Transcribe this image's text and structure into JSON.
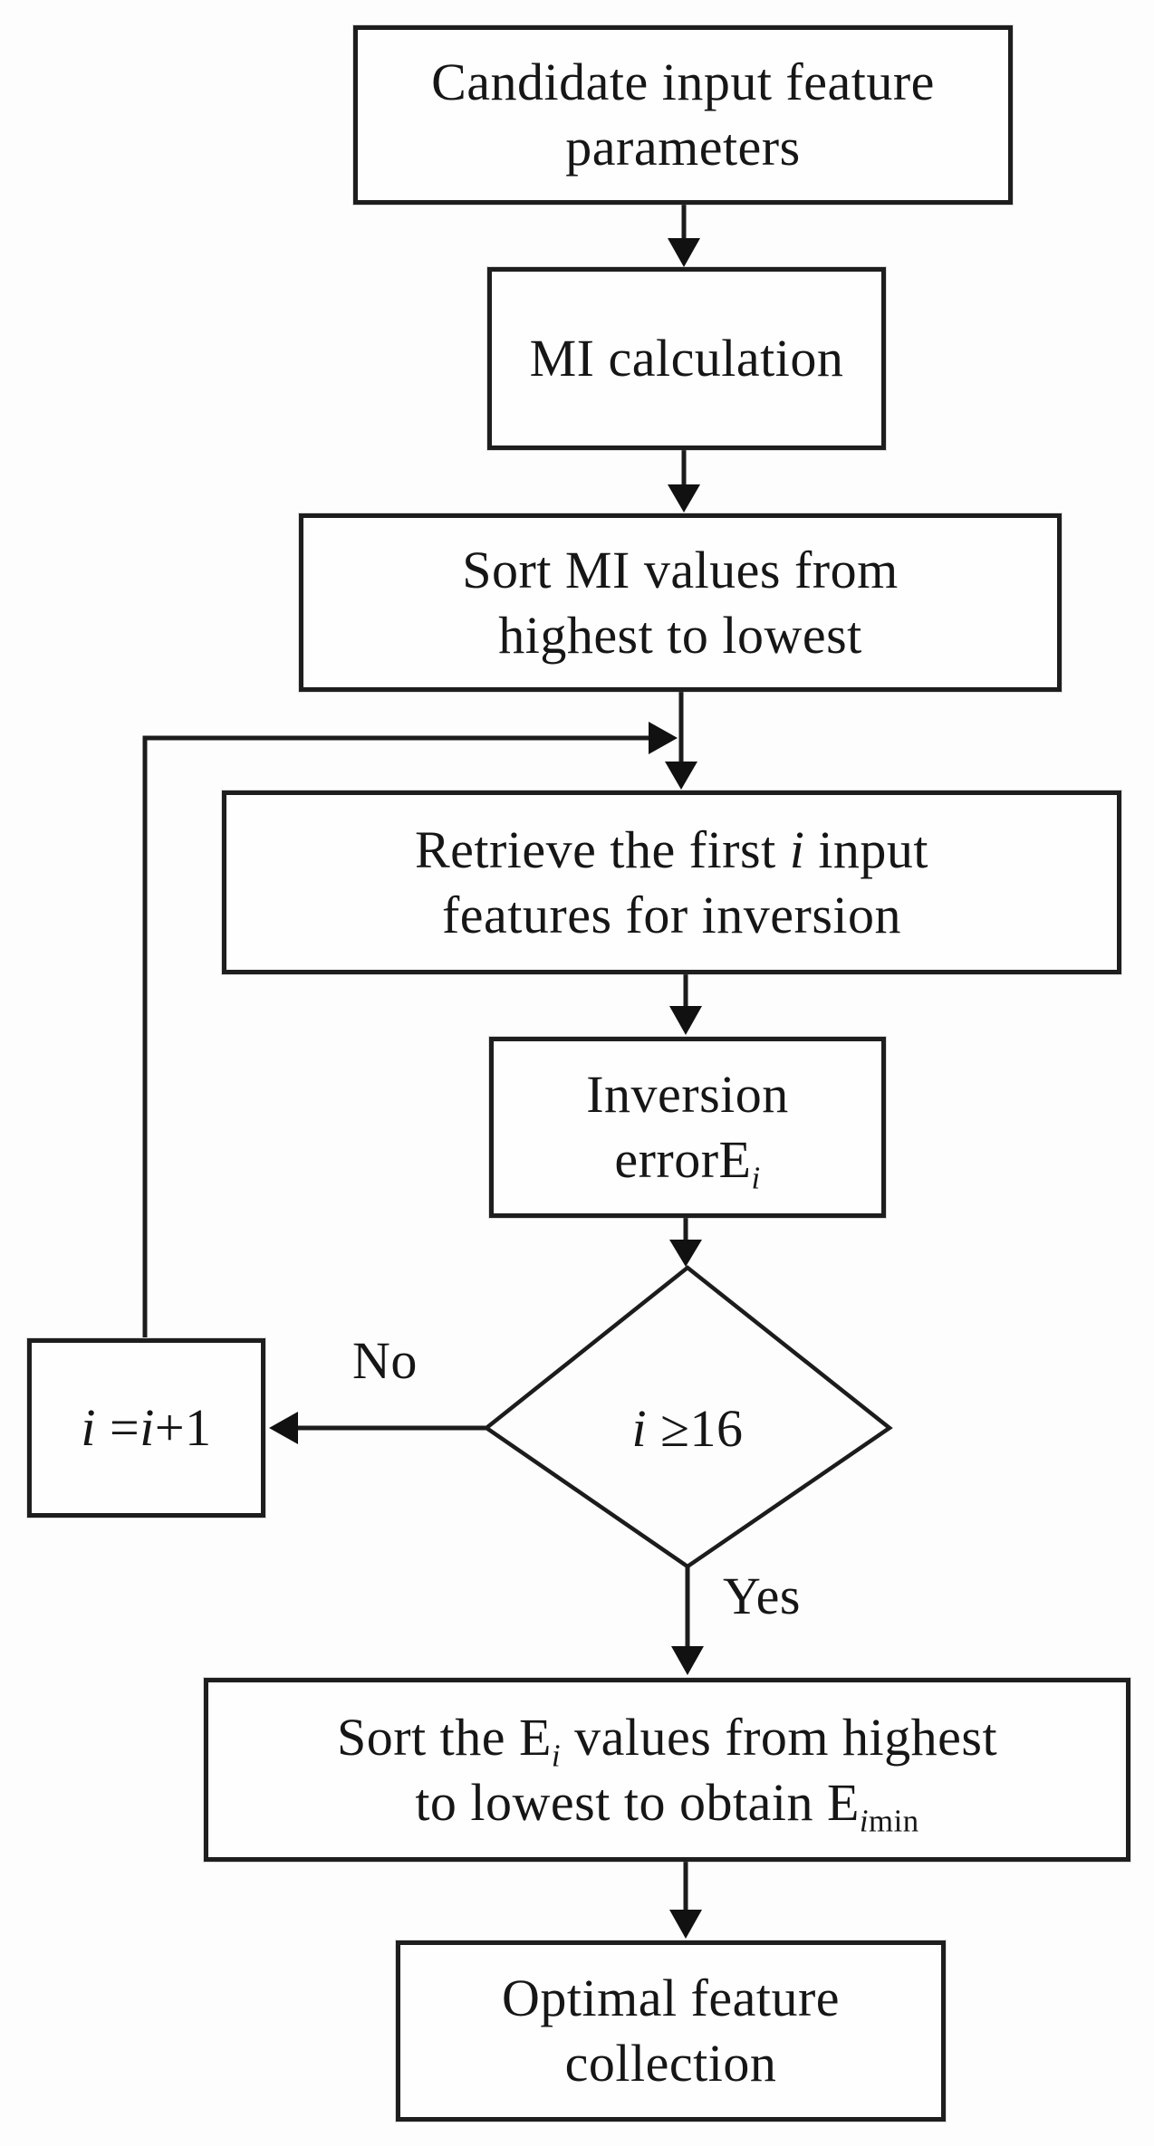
{
  "diagram": {
    "type": "flowchart",
    "description": "Feature selection flowchart based on mutual information (MI) sorting and inversion error",
    "colors": {
      "line": "#1c1c1c",
      "box_background": "#fefefe",
      "text": "#161616",
      "page_background": "#fdfdfd"
    },
    "branch_labels": {
      "no": "No",
      "yes": "Yes"
    },
    "nodes": [
      {
        "id": "candidate-input",
        "shape": "rect",
        "label": [
          {
            "t": "Candidate input feature\nparameters",
            "s": "n"
          }
        ]
      },
      {
        "id": "mi-calculation",
        "shape": "rect",
        "label": [
          {
            "t": "MI calculation",
            "s": "n"
          }
        ]
      },
      {
        "id": "sort-mi",
        "shape": "rect",
        "label": [
          {
            "t": "Sort MI values from\nhighest to lowest",
            "s": "n"
          }
        ]
      },
      {
        "id": "retrieve-features",
        "shape": "rect",
        "label": [
          {
            "t": "Retrieve the first ",
            "s": "n"
          },
          {
            "t": "i",
            "s": "i"
          },
          {
            "t": " input\nfeatures for inversion",
            "s": "n"
          }
        ]
      },
      {
        "id": "inversion-error",
        "shape": "rect",
        "label": [
          {
            "t": "Inversion\nerrorE",
            "s": "n"
          },
          {
            "t": "i",
            "s": "isub"
          }
        ]
      },
      {
        "id": "decision-i-threshold",
        "shape": "diamond",
        "label": [
          {
            "t": "i",
            "s": "i"
          },
          {
            "t": " ≥16",
            "s": "n"
          }
        ]
      },
      {
        "id": "increment-i",
        "shape": "rect",
        "label": [
          {
            "t": "i",
            "s": "i"
          },
          {
            "t": " =",
            "s": "n"
          },
          {
            "t": "i",
            "s": "i"
          },
          {
            "t": "+1",
            "s": "n"
          }
        ]
      },
      {
        "id": "sort-ei",
        "shape": "rect",
        "label": [
          {
            "t": "Sort the E",
            "s": "n"
          },
          {
            "t": "i",
            "s": "isub"
          },
          {
            "t": " values from highest\nto lowest to obtain E",
            "s": "n"
          },
          {
            "t": "i",
            "s": "isub"
          },
          {
            "t": "min",
            "s": "sub"
          }
        ]
      },
      {
        "id": "optimal-collection",
        "shape": "rect",
        "label": [
          {
            "t": "Optimal feature\ncollection",
            "s": "n"
          }
        ]
      }
    ]
  }
}
